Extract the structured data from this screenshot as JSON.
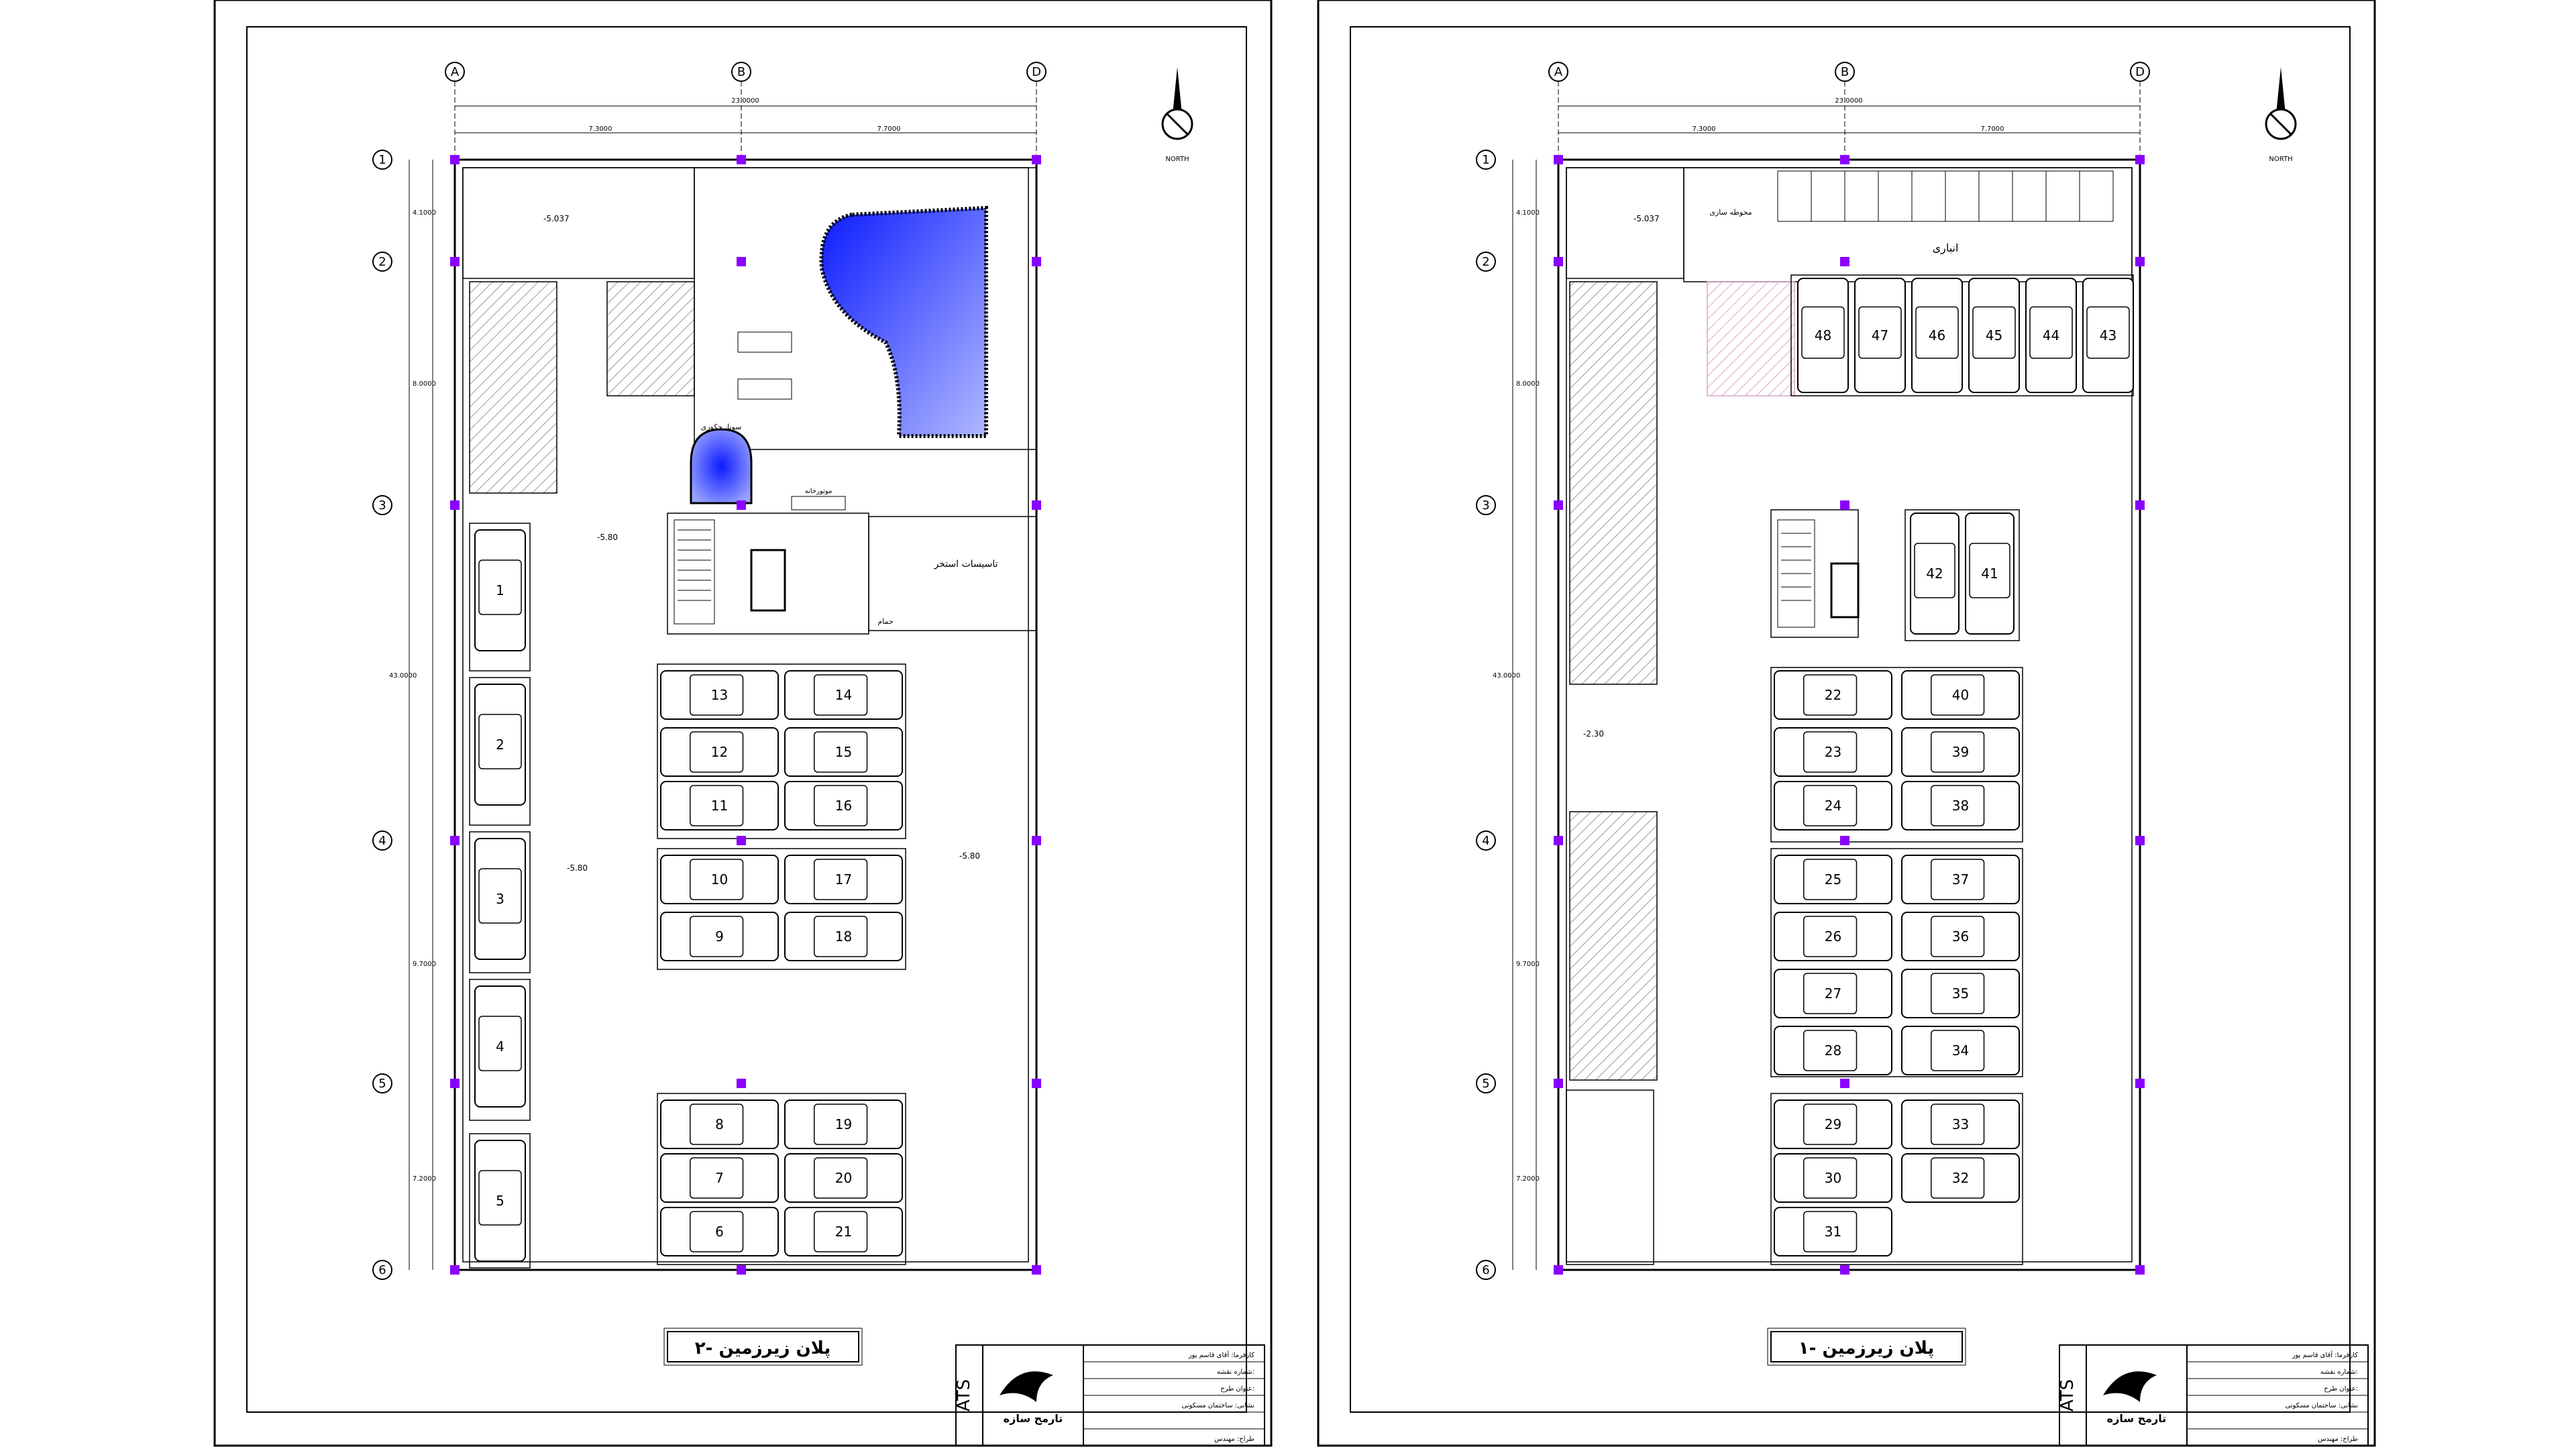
{
  "sheets": [
    {
      "title": "پلان زیرزمین -۲",
      "grid_cols": [
        "A",
        "B",
        "D"
      ],
      "grid_rows": [
        "1",
        "2",
        "3",
        "4",
        "5",
        "6"
      ],
      "overall_width": "23.0000",
      "bay_widths": [
        "7.3000",
        "7.7000"
      ],
      "left_dims": [
        "4.1000",
        "8.0000",
        "9.7000",
        "7.2000"
      ],
      "overall_height": "43.0000",
      "levels": [
        "-5.037",
        "-5.80",
        "-5.80",
        "-5.80"
      ],
      "labels": {
        "room": "سونا، جکوزی",
        "installations": "تاسیسات استخر",
        "bath": "حمام",
        "pool_room": "موتورخانه"
      },
      "parking_numbers": [
        "1",
        "2",
        "3",
        "4",
        "5",
        "6",
        "7",
        "8",
        "9",
        "10",
        "11",
        "12",
        "13",
        "14",
        "15",
        "16",
        "17",
        "18",
        "19",
        "20",
        "21"
      ]
    },
    {
      "title": "پلان زیرزمین -۱",
      "grid_cols": [
        "A",
        "B",
        "D"
      ],
      "grid_rows": [
        "1",
        "2",
        "3",
        "4",
        "5",
        "6"
      ],
      "overall_width": "23.0000",
      "bay_widths": [
        "7.3000",
        "7.7000"
      ],
      "left_dims": [
        "4.1000",
        "8.0000",
        "9.7000",
        "7.2000"
      ],
      "overall_height": "43.0000",
      "levels": [
        "-5.037",
        "-2.30"
      ],
      "labels": {
        "storage": "انباری",
        "room": "محوطه سازی"
      },
      "parking_numbers": [
        "22",
        "23",
        "24",
        "25",
        "26",
        "27",
        "28",
        "29",
        "30",
        "31",
        "32",
        "33",
        "34",
        "35",
        "36",
        "37",
        "38",
        "39",
        "40",
        "41",
        "42",
        "43",
        "44",
        "45",
        "46",
        "47",
        "48"
      ]
    }
  ],
  "title_block": {
    "firm_name": "ATS",
    "logo_text": "تارمح سازه",
    "project_lines": [
      "کارفرما: آقای قاسم پور",
      "شماره نقشه:",
      "عنوان طرح:",
      "نشانی: ساختمان مسکونی"
    ],
    "designer": "طراح: مهندس"
  },
  "north_label": "NORTH",
  "colors": {
    "pool": "#1a2bff",
    "column": "#8a00ff",
    "line": "#000000"
  }
}
